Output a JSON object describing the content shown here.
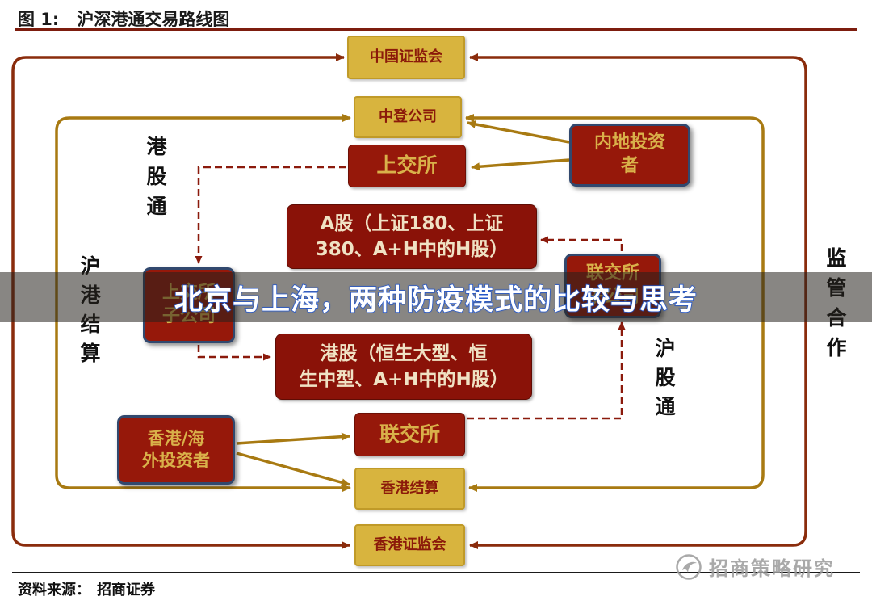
{
  "figure": {
    "label": "图 1:",
    "title": "沪深港通交易路线图"
  },
  "diagram": {
    "nodes": {
      "csrc": "中国证监会",
      "chinaclear": "中登公司",
      "sse": "上交所",
      "mainland_investors": "内地投资\n者",
      "a_shares": "A股（上证180、上证\n380、A+H中的H股）",
      "hkex_subsidiary": "联交所\n子公司",
      "sse_subsidiary": "上交所\n子公司",
      "h_shares": "港股（恒生大型、恒\n生中型、A+H中的H股）",
      "hkex": "联交所",
      "hk_overseas_investors": "香港/海\n外投资者",
      "hk_clearing": "香港结算",
      "hk_sfc": "香港证监会"
    },
    "side_labels": {
      "hk_stock_connect": "港股通",
      "sh_hk_clearing": "沪港结算",
      "regulatory_cooperation": "监管合作",
      "sh_stock_connect": "沪股通"
    }
  },
  "overlay": {
    "headline": "北京与上海，两种防疫模式的比较与思考"
  },
  "footer": {
    "source_label": "资料来源：",
    "source_value": "招商证券"
  },
  "watermark": {
    "brand": "招商策略研究"
  },
  "colors": {
    "gold_box": "#d8b43e",
    "maroon_box": "#96180a",
    "dark_maroon_box": "#8a1208",
    "gold_text": "#d9b14a",
    "cream_text": "#f0e2c4",
    "inner_line_orange": "#a87a12",
    "outer_line_brown": "#8a2c0c",
    "dashed_line_maroon": "#8b1a0c",
    "navy_border": "#31486e",
    "title_rule": "#7d1d0e",
    "overlay_bg": "rgba(38,34,30,0.55)",
    "headline_fill": "#ffffff",
    "headline_stroke": "#2456c8",
    "watermark_gray": "#9b9b9b"
  }
}
